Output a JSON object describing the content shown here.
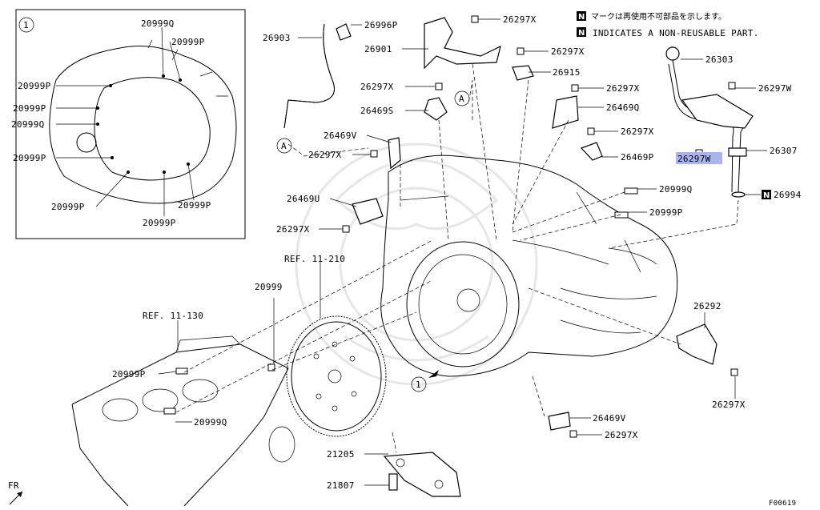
{
  "notes": {
    "jp": "マークは再使用不可部品を示します。",
    "en": "INDICATES A NON-REUSABLE PART.",
    "n_symbol": "N"
  },
  "figure_id": "F00619",
  "fr_label": "FR",
  "inset": {
    "circle_label": "1"
  },
  "view_marker": "1",
  "ref_labels": [
    "REF. 11-210",
    "REF. 11-130"
  ],
  "marker_a": "A",
  "labels": {
    "i_20999q_top": "20999Q",
    "i_20999p_top": "20999P",
    "i_20999p_l1": "20999P",
    "i_20999p_l2": "20999P",
    "i_20999q_l3": "20999Q",
    "i_20999p_l4": "20999P",
    "i_20999p_b1": "20999P",
    "i_20999p_b2": "20999P",
    "i_20999p_br": "20999P",
    "p26903": "26903",
    "p26996p": "26996P",
    "p26901": "26901",
    "p26297x_a": "26297X",
    "p26297x_b": "26297X",
    "p26915": "26915",
    "p26297x_c": "26297X",
    "p26297x_d": "26297X",
    "p26469s": "26469S",
    "p26469q": "26469Q",
    "p26469v_a": "26469V",
    "p26297x_e": "26297X",
    "p26297x_f": "26297X",
    "p26469p": "26469P",
    "p26469u": "26469U",
    "p26297x_g": "26297X",
    "p20999q_r": "20999Q",
    "p20999p_r": "20999P",
    "p26303": "26303",
    "p26297w_a": "26297W",
    "p26297w_hl": "26297W",
    "p26307": "26307",
    "p26994": "26994",
    "p20999": "20999",
    "p20999p_l": "20999P",
    "p20999q_l": "20999Q",
    "p26292": "26292",
    "p26297x_h": "26297X",
    "p26469v_b": "26469V",
    "p26297x_i": "26297X",
    "p21205": "21205",
    "p21807": "21807"
  },
  "colors": {
    "highlight": "#a9b4ee",
    "ink": "#000000",
    "watermark": "#e6e6e6"
  }
}
